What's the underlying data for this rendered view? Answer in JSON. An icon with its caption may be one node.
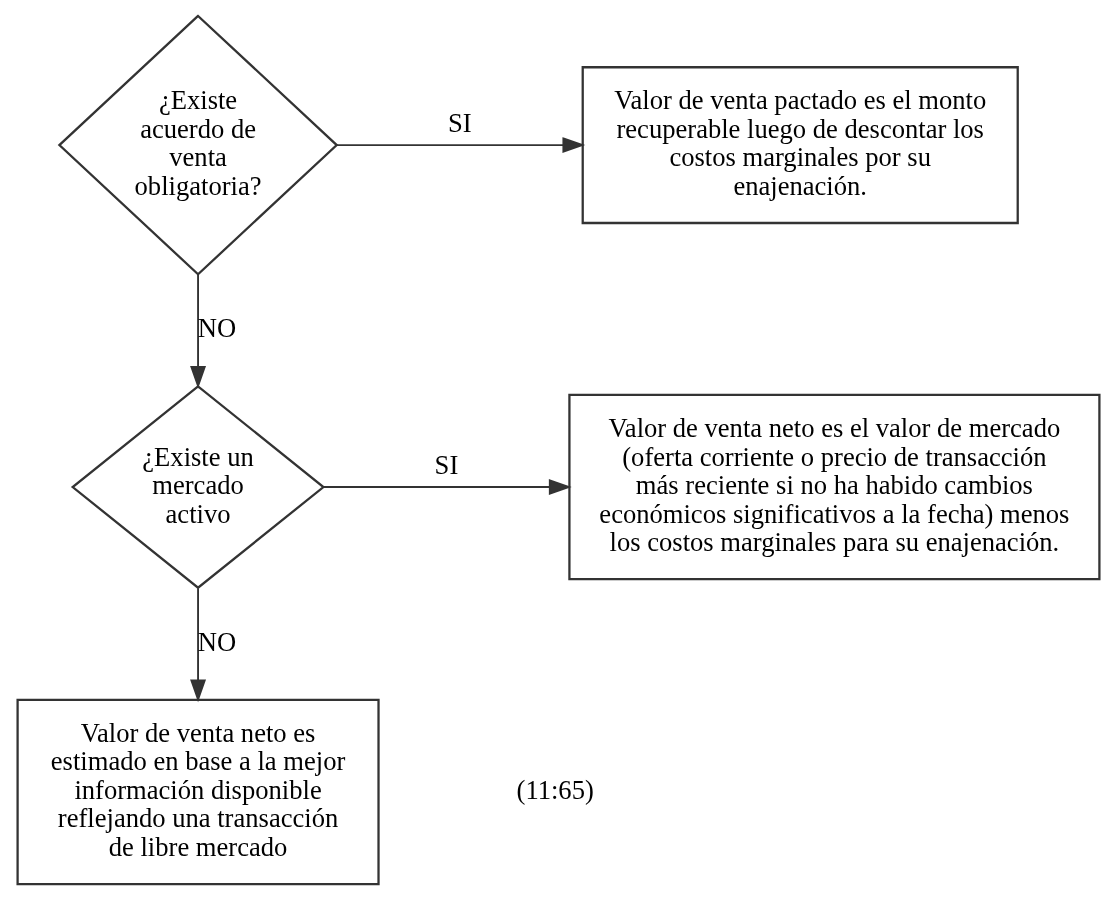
{
  "diagram": {
    "nodes": [
      {
        "text": [
          "¿Existe acuerdo de venta obligatoria?"
        ]
      },
      {
        "text": [
          "Valor de venta pactado es el monto recuperable luego de descontar los costos marginales por su enajenación."
        ]
      },
      {
        "text": [
          "¿Existe un mercado activo"
        ]
      },
      {
        "text": [
          "Valor de venta neto es el valor de mercado (oferta corriente o precio de transacción más reciente si no ha habido cambios económicos significativos a la fecha) menos los costos marginales para su enajenación."
        ]
      },
      {
        "text": [
          "Valor de venta neto es estimado en base a la mejor información disponible reflejando una transacción de libre mercado"
        ]
      }
    ],
    "edges": [
      {
        "from": 0,
        "to": 1,
        "arrow": "to",
        "label": "SI"
      },
      {
        "from": 0,
        "to": 2,
        "arrow": "to",
        "label": "NO"
      },
      {
        "from": 2,
        "to": 3,
        "arrow": "to",
        "label": "SI"
      },
      {
        "from": 2,
        "to": 4,
        "arrow": "to",
        "label": "NO"
      }
    ],
    "labels": [
      "(11:65)"
    ]
  }
}
